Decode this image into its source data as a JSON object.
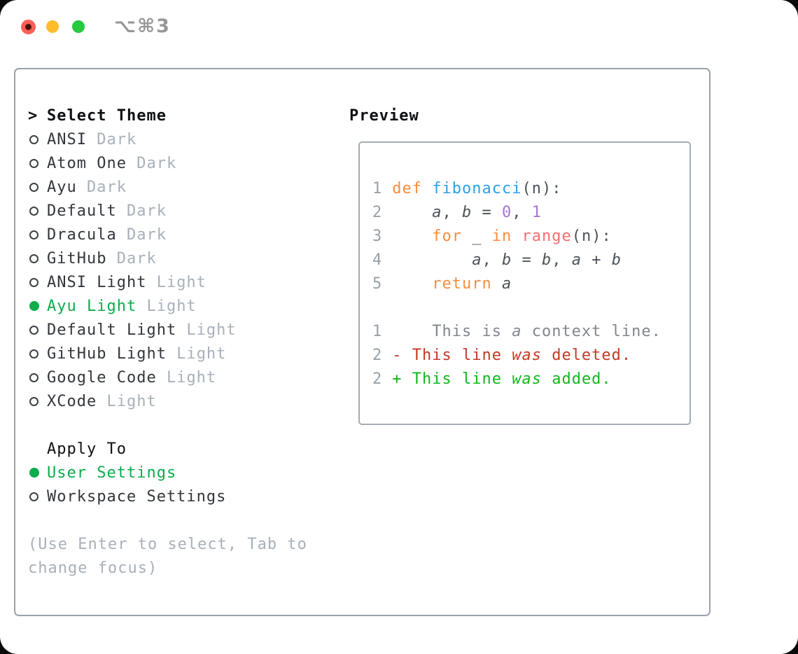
{
  "window": {
    "shortcut": "⌥⌘3"
  },
  "colors": {
    "traffic_red": "#ff5f57",
    "traffic_red_dot": "#4c100c",
    "traffic_yellow": "#febc2e",
    "traffic_green": "#27c93f",
    "shortcut": "#97979b",
    "border1": "#99a1ab",
    "border2": "#a6acb4",
    "header_text": "#0e1013",
    "item_text": "#33363b",
    "muted": "#a8b0ba",
    "radio": "#3c4147",
    "selected": "#0cab4c",
    "line_number": "#98a0a8",
    "plain": "#4c5258",
    "keyword": "#fa8d3e",
    "function": "#2f9ee5",
    "builtin": "#f56d6d",
    "number": "#a477cf",
    "context": "#82878d",
    "deleted": "#c33a26",
    "added": "#12b71d"
  },
  "theme_list": {
    "header": "Select Theme",
    "prompt": ">",
    "items": [
      {
        "name": "ANSI",
        "variant": "Dark",
        "selected": false
      },
      {
        "name": "Atom One",
        "variant": "Dark",
        "selected": false
      },
      {
        "name": "Ayu",
        "variant": "Dark",
        "selected": false
      },
      {
        "name": "Default",
        "variant": "Dark",
        "selected": false
      },
      {
        "name": "Dracula",
        "variant": "Dark",
        "selected": false
      },
      {
        "name": "GitHub",
        "variant": "Dark",
        "selected": false
      },
      {
        "name": "ANSI Light",
        "variant": "Light",
        "selected": false
      },
      {
        "name": "Ayu Light",
        "variant": "Light",
        "selected": true
      },
      {
        "name": "Default Light",
        "variant": "Light",
        "selected": false
      },
      {
        "name": "GitHub Light",
        "variant": "Light",
        "selected": false
      },
      {
        "name": "Google Code",
        "variant": "Light",
        "selected": false
      },
      {
        "name": "XCode",
        "variant": "Light",
        "selected": false
      }
    ]
  },
  "apply_to": {
    "header": "Apply To",
    "items": [
      {
        "label": "User Settings",
        "selected": true
      },
      {
        "label": "Workspace Settings",
        "selected": false
      }
    ]
  },
  "hint_lines": [
    "(Use Enter to select, Tab to",
    "change focus)"
  ],
  "preview": {
    "header": "Preview",
    "lines": [
      {
        "num": "1",
        "segments": [
          {
            "t": "def",
            "c": "keyword"
          },
          {
            "t": " ",
            "c": "plain"
          },
          {
            "t": "fibonacci",
            "c": "function"
          },
          {
            "t": "(n):",
            "c": "plain"
          }
        ]
      },
      {
        "num": "2",
        "segments": [
          {
            "t": "    ",
            "c": "plain"
          },
          {
            "t": "a",
            "c": "plain",
            "i": true
          },
          {
            "t": ", ",
            "c": "plain"
          },
          {
            "t": "b",
            "c": "plain",
            "i": true
          },
          {
            "t": " = ",
            "c": "plain"
          },
          {
            "t": "0",
            "c": "number"
          },
          {
            "t": ", ",
            "c": "plain"
          },
          {
            "t": "1",
            "c": "number"
          }
        ]
      },
      {
        "num": "3",
        "segments": [
          {
            "t": "    ",
            "c": "plain"
          },
          {
            "t": "for",
            "c": "keyword"
          },
          {
            "t": " _ ",
            "c": "plain"
          },
          {
            "t": "in",
            "c": "keyword"
          },
          {
            "t": " ",
            "c": "plain"
          },
          {
            "t": "range",
            "c": "builtin"
          },
          {
            "t": "(n):",
            "c": "plain"
          }
        ]
      },
      {
        "num": "4",
        "segments": [
          {
            "t": "        ",
            "c": "plain"
          },
          {
            "t": "a",
            "c": "plain",
            "i": true
          },
          {
            "t": ", ",
            "c": "plain"
          },
          {
            "t": "b",
            "c": "plain",
            "i": true
          },
          {
            "t": " = ",
            "c": "plain"
          },
          {
            "t": "b",
            "c": "plain",
            "i": true
          },
          {
            "t": ", ",
            "c": "plain"
          },
          {
            "t": "a",
            "c": "plain",
            "i": true
          },
          {
            "t": " + ",
            "c": "plain"
          },
          {
            "t": "b",
            "c": "plain",
            "i": true
          }
        ]
      },
      {
        "num": "5",
        "segments": [
          {
            "t": "    ",
            "c": "plain"
          },
          {
            "t": "return",
            "c": "keyword"
          },
          {
            "t": " ",
            "c": "plain"
          },
          {
            "t": "a",
            "c": "plain",
            "i": true
          }
        ]
      },
      {
        "num": "",
        "segments": []
      },
      {
        "num": "1",
        "segments": [
          {
            "t": "    This is ",
            "c": "context"
          },
          {
            "t": "a",
            "c": "context",
            "i": true
          },
          {
            "t": " context line.",
            "c": "context"
          }
        ]
      },
      {
        "num": "2",
        "segments": [
          {
            "t": "- This line ",
            "c": "deleted"
          },
          {
            "t": "was",
            "c": "deleted",
            "i": true
          },
          {
            "t": " deleted.",
            "c": "deleted"
          }
        ]
      },
      {
        "num": "2",
        "segments": [
          {
            "t": "+ This line ",
            "c": "added"
          },
          {
            "t": "was",
            "c": "added",
            "i": true
          },
          {
            "t": " added.",
            "c": "added"
          }
        ]
      }
    ]
  }
}
